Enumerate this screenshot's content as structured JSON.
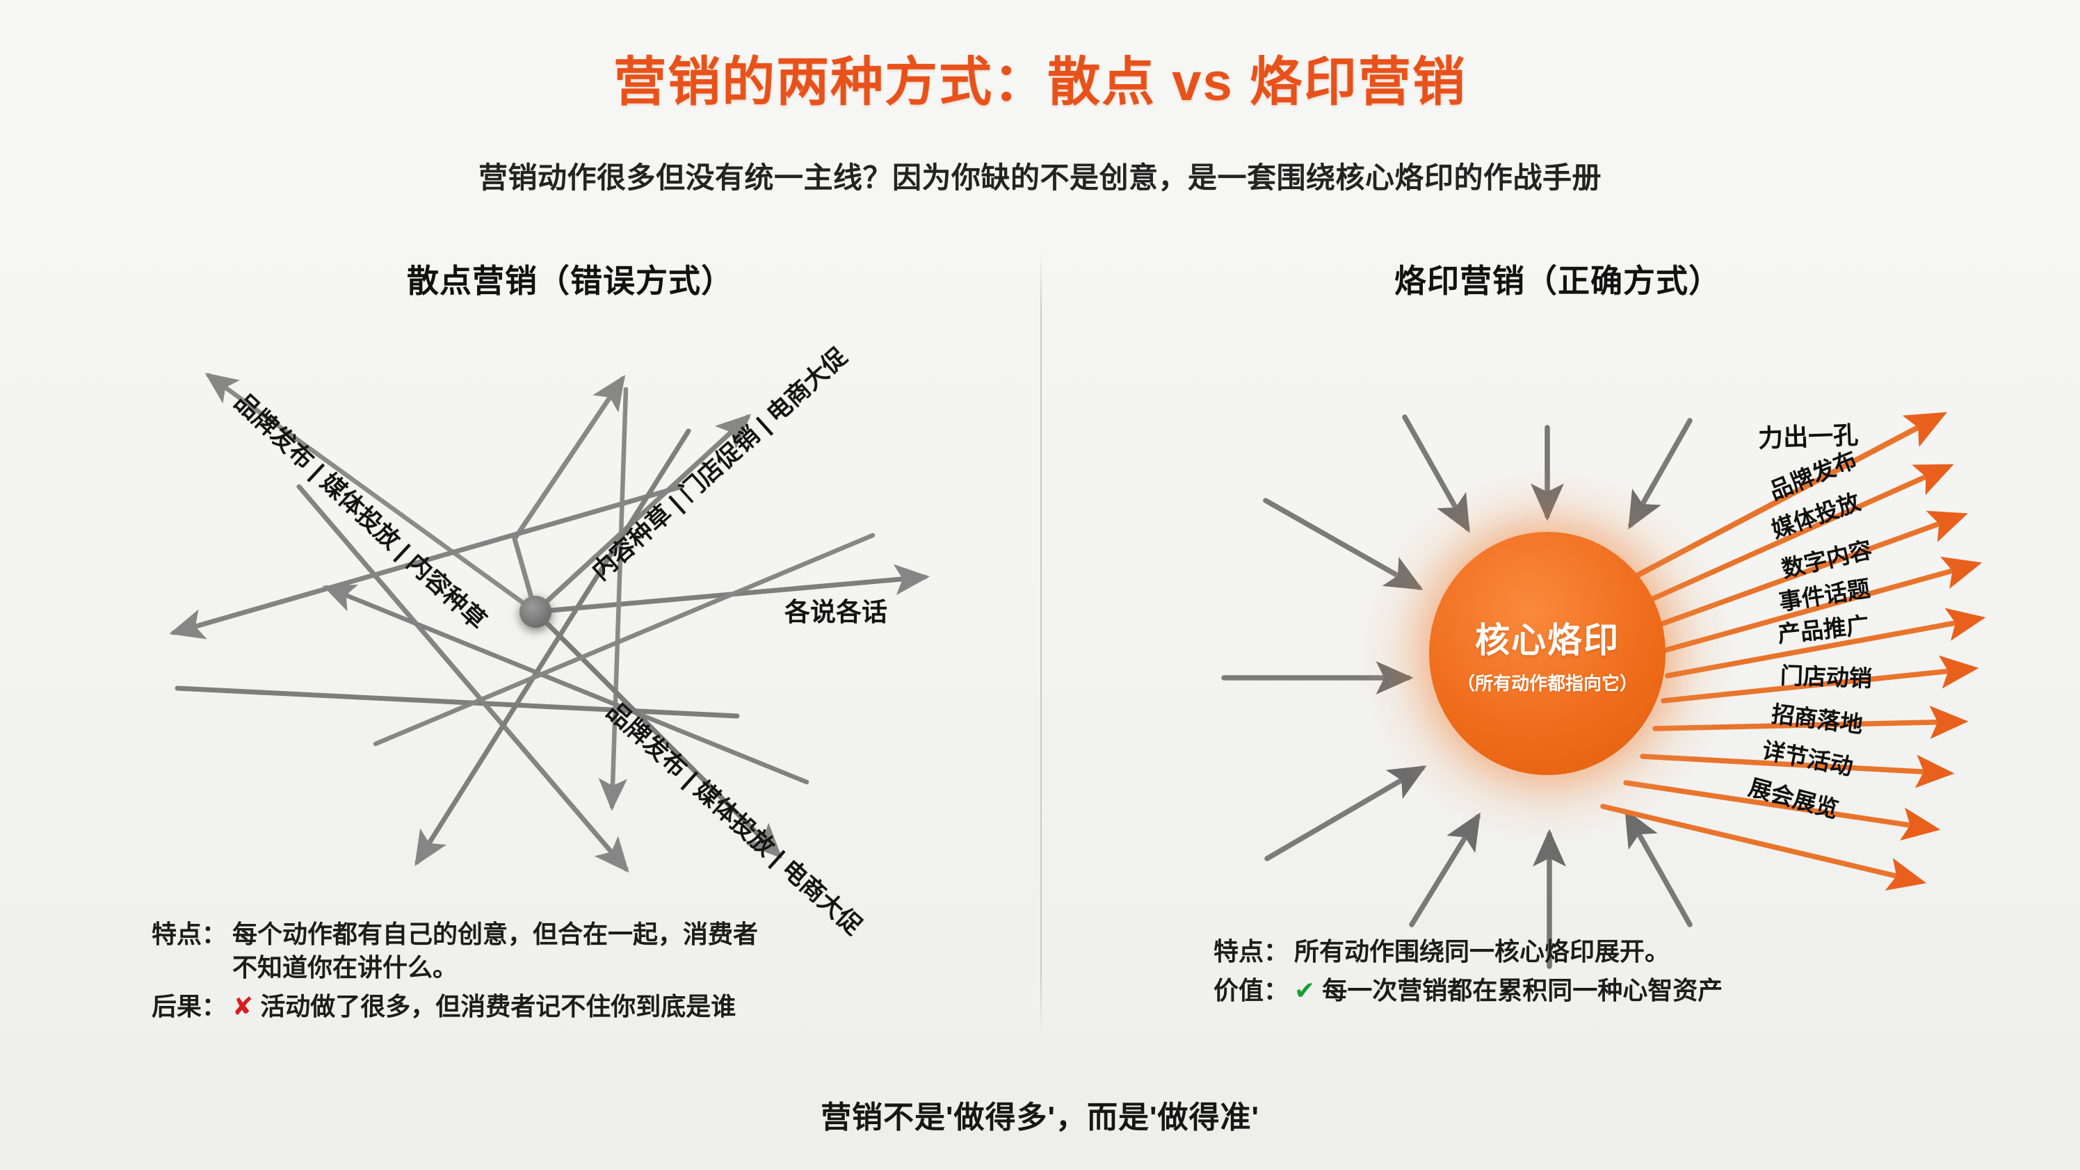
{
  "header": {
    "title": "营销的两种方式：散点 vs 烙印营销",
    "subtitle": "营销动作很多但没有统一主线？因为你缺的不是创意，是一套围绕核心烙印的作战手册"
  },
  "left_panel": {
    "heading": "散点营销（错误方式）",
    "labels": {
      "top_left": "品牌发布 | 媒体投放 | 内容种草",
      "top_right": "内容种草 | 门店促销 | 电商大促",
      "bottom_right": "品牌发布 | 媒体投放 | 电商大促",
      "right": "各说各话"
    },
    "notes": {
      "feature_key": "特点：",
      "feature_value_line1": "每个动作都有自己的创意，但合在一起，消费者",
      "feature_value_line2": "不知道你在讲什么。",
      "result_key": "后果：",
      "result_mark": "✘",
      "result_value": "活动做了很多，但消费者记不住你到底是谁"
    }
  },
  "right_panel": {
    "heading": "烙印营销（正确方式）",
    "core": {
      "title": "核心烙印",
      "subtitle": "（所有动作都指向它）"
    },
    "outputs": [
      "力出一孔",
      "品牌发布",
      "媒体投放",
      "数字内容",
      "事件话题",
      "产品推广",
      "门店动销",
      "招商落地",
      "详节活动",
      "展会展览"
    ],
    "notes": {
      "feature_key": "特点：",
      "feature_value": "所有动作围绕同一核心烙印展开。",
      "value_key": "价值：",
      "value_mark": "✔",
      "value_text": "每一次营销都在累积同一种心智资产"
    }
  },
  "footer": {
    "text": "营销不是'做得多'，而是'做得准'"
  },
  "colors": {
    "accent": "#e8521a",
    "core_orange": "#ed6a18",
    "arrow_gray": "#6e6e6e",
    "error_red": "#d81e1e",
    "success_green": "#17a032",
    "background": "#f4f4f2"
  }
}
